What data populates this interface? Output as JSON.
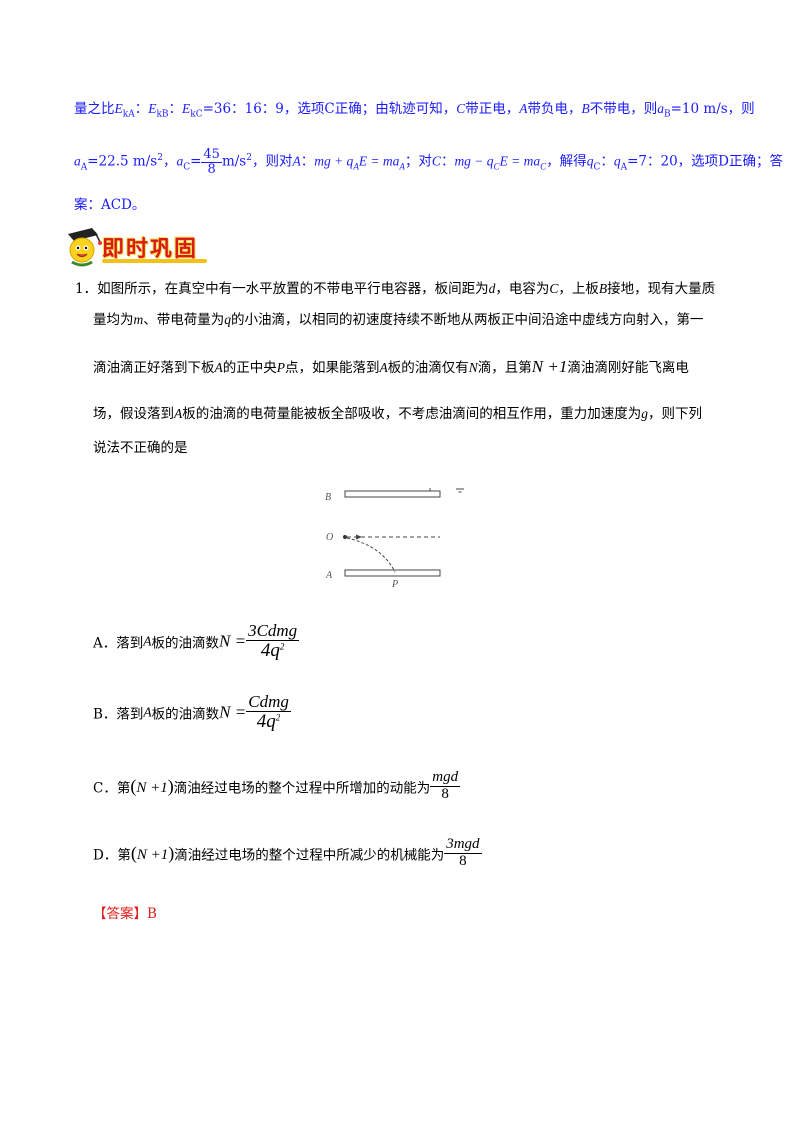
{
  "prev": {
    "line1": "量之比EₖA：EₖB：EₖC=36：16：9，选项C正确；由轨迹可知，C带正电，A带负电，B不带电，则aʙ=10 m/s，则",
    "line1_parts": {
      "a": "量之比",
      "b": "E",
      "b_sub": "kA",
      "c": "：",
      "d": "E",
      "d_sub": "kB",
      "e": "：",
      "f": "E",
      "f_sub": "kC",
      "g": "=36：16：9，选项C正确；由轨迹可知，",
      "h": "C",
      "i": "带正电，",
      "j": "A",
      "k": "带负电，",
      "l": "B",
      "m": "不带电，则",
      "n": "a",
      "n_sub": "B",
      "o": "=10 m/s，则"
    },
    "line2_parts": {
      "a": "a",
      "a_sub": "A",
      "b": "=22.5 m/s",
      "b_sup": "2",
      "c": "，",
      "d": "a",
      "d_sub": "C",
      "e": "=",
      "frac_num": "45",
      "frac_den": "8",
      "f": "m/s",
      "f_sup": "2",
      "g": "，则对",
      "h": "A",
      "i": "：",
      "eq1": "mg + q",
      "eq1_sub": "A",
      "eq1_b": "E = ma",
      "eq1_sub2": "A",
      "j": "；对",
      "k": "C",
      "l": "：",
      "eq2": "mg − q",
      "eq2_sub": "C",
      "eq2_b": "E = ma",
      "eq2_sub2": "C",
      "m": "，解得",
      "n": "q",
      "n_sub": "C",
      "o": "：",
      "p": "q",
      "p_sub": "A",
      "q": "=7：20，选项D正确；答"
    },
    "line3": "案：ACD。"
  },
  "banner": {
    "text": "即时巩固"
  },
  "question": {
    "number": "1．",
    "l1": "如图所示，在真空中有一水平放置的不带电平行电容器，板间距为",
    "d": "d",
    "l1b": "，电容为",
    "C": "C",
    "l1c": "，上板",
    "B": "B",
    "l1d": "接地，现有大量质",
    "l2": "量均为",
    "m": "m",
    "l2b": "、带电荷量为",
    "q": "q",
    "l2c": "的小油滴，以相同的初速度持续不断地从两板正中间沿途中虚线方向射入，第一",
    "l3": "滴油滴正好落到下板",
    "A": "A",
    "l3b": "的正中央",
    "P": "P",
    "l3c": "点，如果能落到",
    "A2": "A",
    "l3d": "板的油滴仅有",
    "N": "N",
    "l3e": "滴，且第",
    "N1": "N +1",
    "l3f": "滴油滴刚好能飞离电",
    "l4": "场，假设落到",
    "A3": "A",
    "l4b": "板的油滴的电荷量能被板全部吸收，不考虑油滴间的相互作用，重力加速度为",
    "g": "g",
    "l4c": "，则下列",
    "l5": "说法不正确的是"
  },
  "figure": {
    "label_B": "B",
    "label_O": "O",
    "label_A": "A",
    "label_P": "P"
  },
  "options": [
    {
      "key": "A．",
      "text1": "落到",
      "var": "A",
      "text2": "板的油滴数",
      "eq_lhs": "N =",
      "num": "3Cdmg",
      "den": "4q",
      "den_sup": "2"
    },
    {
      "key": "B．",
      "text1": "落到",
      "var": "A",
      "text2": "板的油滴数",
      "eq_lhs": "N =",
      "num": "Cdmg",
      "den": "4q",
      "den_sup": "2"
    },
    {
      "key": "C．",
      "text1": "第",
      "paren": "N +1",
      "text2": "滴油经过电场的整个过程中所增加的动能为",
      "num": "mgd",
      "den": "8"
    },
    {
      "key": "D．",
      "text1": "第",
      "paren": "N +1",
      "text2": "滴油经过电场的整个过程中所减少的机械能为",
      "num": "3mgd",
      "den": "8"
    }
  ],
  "answer": {
    "tag": "【答案】",
    "value": "B"
  }
}
